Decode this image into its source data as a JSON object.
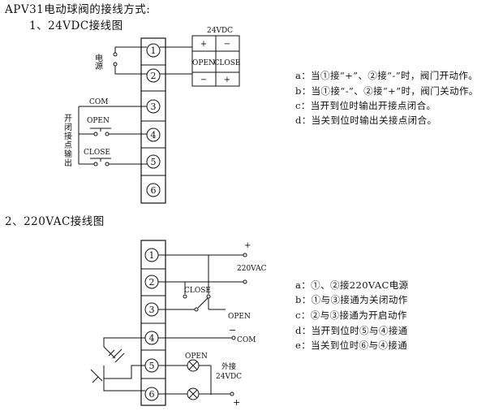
{
  "page_title": "APV31电动球阀的接线方式:",
  "section1": {
    "heading": "1、24VDC接线图",
    "terminals": [
      "1",
      "2",
      "3",
      "4",
      "5",
      "6"
    ],
    "power_label": "电源",
    "relay_box": {
      "header": "24VDC",
      "open_label": "OPEN",
      "close_label": "CLOSE",
      "open_top": "+",
      "open_bottom": "−",
      "close_top": "−",
      "close_bottom": "+"
    },
    "com_label": "COM",
    "open_label": "OPEN",
    "close_label": "CLOSE",
    "feedback_label": "开闭接点输出",
    "notes": [
      "a：当①接“+”、②接“-”时，阀门开动作。",
      "b：当①接“-”、②接“+”时，阀门关动作。",
      "c：当开到位时输出开接点闭合。",
      "d：当关到位时输出关接点闭合。"
    ]
  },
  "section2": {
    "heading": "2、220VAC接线图",
    "terminals": [
      "1",
      "2",
      "3",
      "4",
      "5",
      "6"
    ],
    "plus_label": "+",
    "supply_label": "220VAC",
    "close_label": "CLOSE",
    "open_label": "OPEN",
    "minus_label": "−",
    "com_label": "COM",
    "lamp_open_label": "OPEN",
    "ext_label_1": "外接",
    "ext_label_2": "24VDC",
    "bottom_plus": "+",
    "notes": [
      "a：①、②接220VAC电源",
      "b：①与③接通为关闭动作",
      "c：②与③接通为开启动作",
      "d：当开到位时⑤与④接通",
      "e：当关到位时⑥与④接通"
    ]
  }
}
